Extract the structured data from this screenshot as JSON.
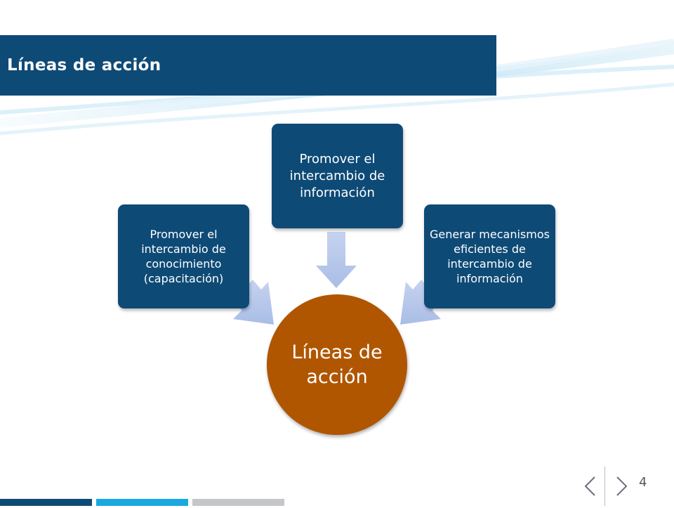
{
  "slide": {
    "title": "Líneas de acción",
    "page_number": "4"
  },
  "diagram": {
    "center": "Líneas de acción",
    "boxes": {
      "left": "Promover el intercambio de conocimiento (capacitación)",
      "top": "Promover el intercambio de información",
      "right": "Generar mecanismos eficientes de intercambio de información"
    }
  },
  "icons": {
    "prev": "chevron-left-icon",
    "next": "chevron-right-icon"
  },
  "colors": {
    "primary_blue": "#0e4a76",
    "center_orange": "#b05600",
    "arrow_fill": "#b7c8ea",
    "accent_cyan": "#19a9e0",
    "stripe_gray": "#c4c6c9"
  }
}
